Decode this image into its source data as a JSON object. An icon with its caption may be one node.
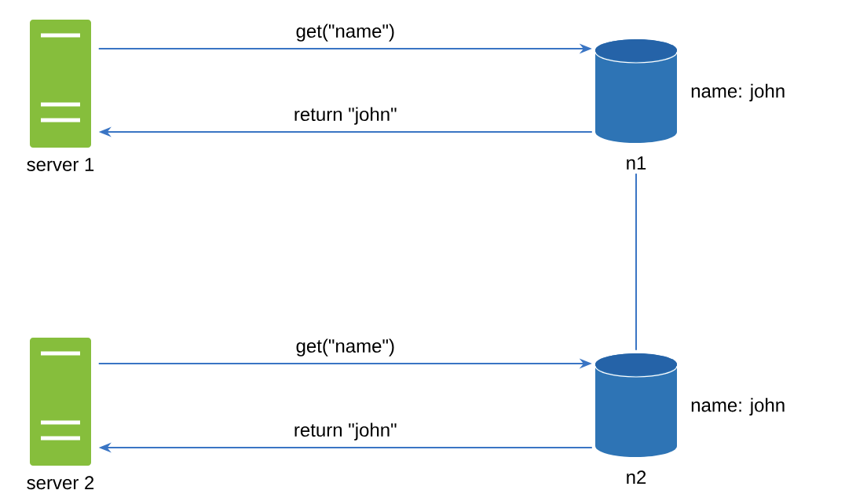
{
  "diagram": {
    "nodes": [
      {
        "text": [
          "server 1"
        ]
      },
      {
        "text": [
          "n1"
        ],
        "beside": [
          "name: john"
        ]
      },
      {
        "text": [
          "server 2"
        ]
      },
      {
        "text": [
          "n2"
        ],
        "beside": [
          "name: john"
        ]
      }
    ],
    "edges": [
      {
        "from": 0,
        "to": 1,
        "arrow": "to",
        "label": "get(\"name\")"
      },
      {
        "from": 1,
        "to": 0,
        "arrow": "to",
        "label": "return \"john\""
      },
      {
        "from": 1,
        "to": 3,
        "arrow": "none"
      },
      {
        "from": 2,
        "to": 3,
        "arrow": "to",
        "label": "get(\"name\")"
      },
      {
        "from": 3,
        "to": 2,
        "arrow": "to",
        "label": "return \"john\""
      }
    ]
  }
}
